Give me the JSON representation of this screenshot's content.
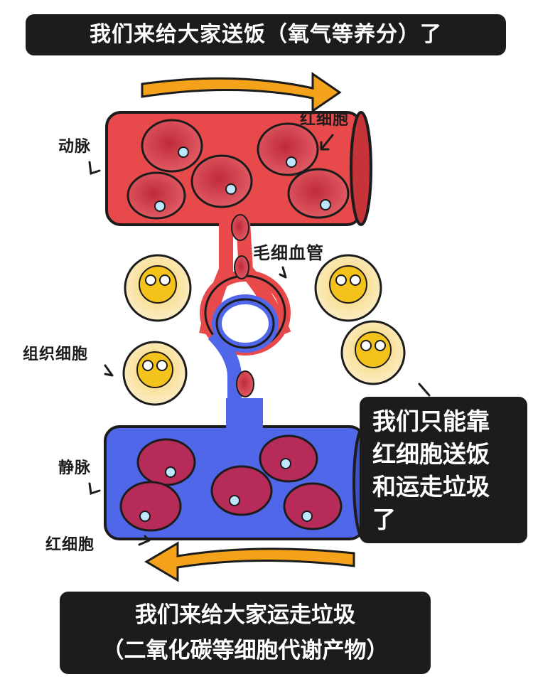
{
  "bubbles": {
    "top": "我们来给大家送饭（氧气等养分）了",
    "side": [
      "我们只能靠",
      "红细胞送饭",
      "和运走垃圾",
      "了"
    ],
    "bottom": [
      "我们来给大家运走垃圾",
      "（二氧化碳等细胞代谢产物）"
    ]
  },
  "labels": {
    "artery": "动脉",
    "rbc_top": "红细胞",
    "capillary": "毛细血管",
    "tissue_cell": "组织细胞",
    "vein": "静脉",
    "rbc_bottom": "红细胞"
  },
  "colors": {
    "artery": "#e8494a",
    "vein": "#4f67e8",
    "rbc": "#d7434c",
    "tissue_cell": "#f6e3a8",
    "cell_face": "#f3c21b",
    "arrow": "#f5a21b",
    "bubble": "#1c1c1c"
  },
  "icons": [
    "flow-arrow-right-icon",
    "flow-arrow-left-icon",
    "pointer-arrow-icon"
  ]
}
